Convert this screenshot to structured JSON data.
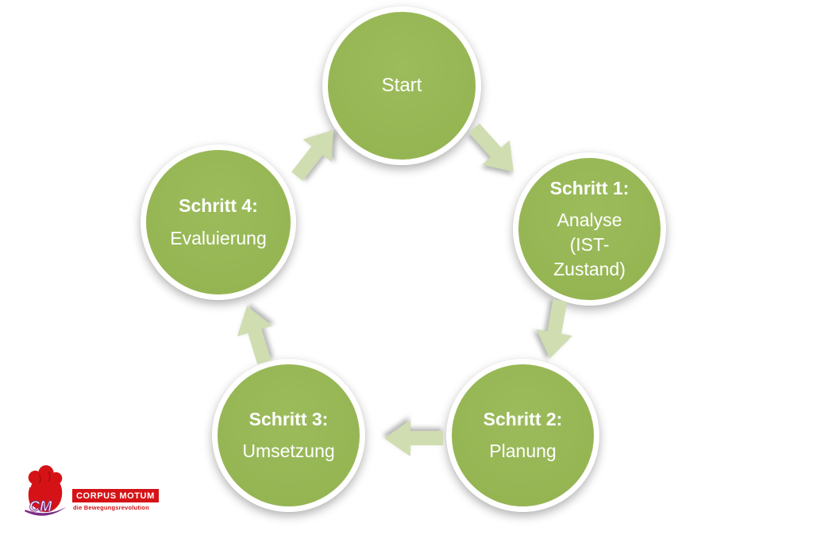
{
  "diagram": {
    "type": "cycle",
    "nodes": [
      {
        "id": "start",
        "title": "",
        "label": "Start"
      },
      {
        "id": "schritt-1",
        "title": "Schritt 1:",
        "label": "Analyse (IST-Zustand)"
      },
      {
        "id": "schritt-2",
        "title": "Schritt 2:",
        "label": "Planung"
      },
      {
        "id": "schritt-3",
        "title": "Schritt 3:",
        "label": "Umsetzung"
      },
      {
        "id": "schritt-4",
        "title": "Schritt 4:",
        "label": "Evaluierung"
      }
    ],
    "arrows": [
      {
        "from": "start",
        "to": "schritt-1",
        "direction": "down-right"
      },
      {
        "from": "schritt-1",
        "to": "schritt-2",
        "direction": "down"
      },
      {
        "from": "schritt-2",
        "to": "schritt-3",
        "direction": "left"
      },
      {
        "from": "schritt-3",
        "to": "schritt-4",
        "direction": "up"
      },
      {
        "from": "schritt-4",
        "to": "start",
        "direction": "up-right"
      }
    ],
    "colors": {
      "node_fill": "#95b553",
      "node_ring": "#ffffff",
      "node_text": "#ffffff",
      "arrow_fill": "#cfddb0"
    }
  },
  "logo": {
    "monogram": "CM",
    "name": "CORPUS MOTUM",
    "tagline": "die Bewegungsrevolution",
    "colors": {
      "red": "#d51317",
      "purple": "#7c2d86"
    }
  }
}
